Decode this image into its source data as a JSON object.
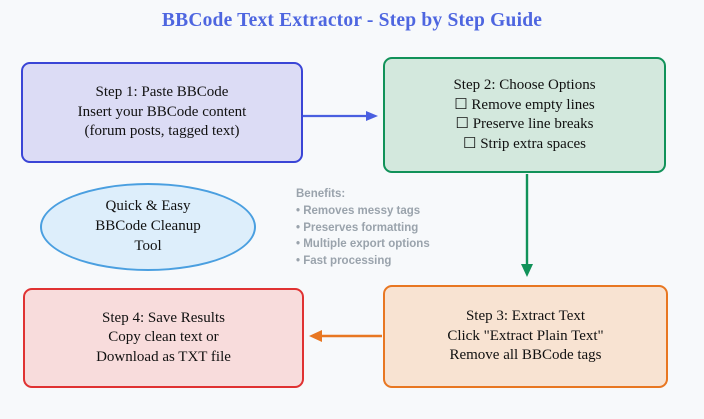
{
  "page": {
    "title": "BBCode Text Extractor - Step by Step Guide",
    "background_color": "#f7f9fb",
    "title_color": "#4e66e0"
  },
  "nodes": {
    "step1": {
      "name": "Step 1: Paste BBCode",
      "lines": [
        "Step 1: Paste BBCode",
        "Insert your BBCode content",
        "(forum posts, tagged text)"
      ],
      "fill_color": "#dcdcf5",
      "border_color": "#3a45d6"
    },
    "step2": {
      "name": "Step 2: Choose Options",
      "lines": [
        "Step 2: Choose Options",
        "☐ Remove empty lines",
        "☐ Preserve line breaks",
        "☐ Strip extra spaces"
      ],
      "fill_color": "#d3e8dd",
      "border_color": "#119259"
    },
    "step3": {
      "name": "Step 3: Extract Text",
      "lines": [
        "Step 3: Extract Text",
        "Click \"Extract Plain Text\"",
        "Remove all BBCode tags"
      ],
      "fill_color": "#f8e3d2",
      "border_color": "#e87722"
    },
    "step4": {
      "name": "Step 4: Save Results",
      "lines": [
        "Step 4: Save Results",
        "Copy clean text or",
        "Download as TXT file"
      ],
      "fill_color": "#f8dcdc",
      "border_color": "#e03232"
    },
    "ellipse": {
      "name": "Quick & Easy BBCode Cleanup Tool",
      "lines": [
        "Quick & Easy",
        "BBCode Cleanup",
        "Tool"
      ],
      "fill_color": "#ddeefb",
      "border_color": "#4a9fe0"
    }
  },
  "benefits": {
    "heading": "Benefits:",
    "items": [
      "• Removes messy tags",
      "• Preserves formatting",
      "• Multiple export options",
      "• Fast processing"
    ],
    "text_color": "#9aa3ac"
  },
  "arrows": [
    {
      "id": "arrow-step1-to-step2",
      "direction": "right",
      "color": "#4a5fe0"
    },
    {
      "id": "arrow-step2-to-step3",
      "direction": "down",
      "color": "#119259"
    },
    {
      "id": "arrow-step3-to-step4",
      "direction": "left",
      "color": "#e87722"
    }
  ]
}
